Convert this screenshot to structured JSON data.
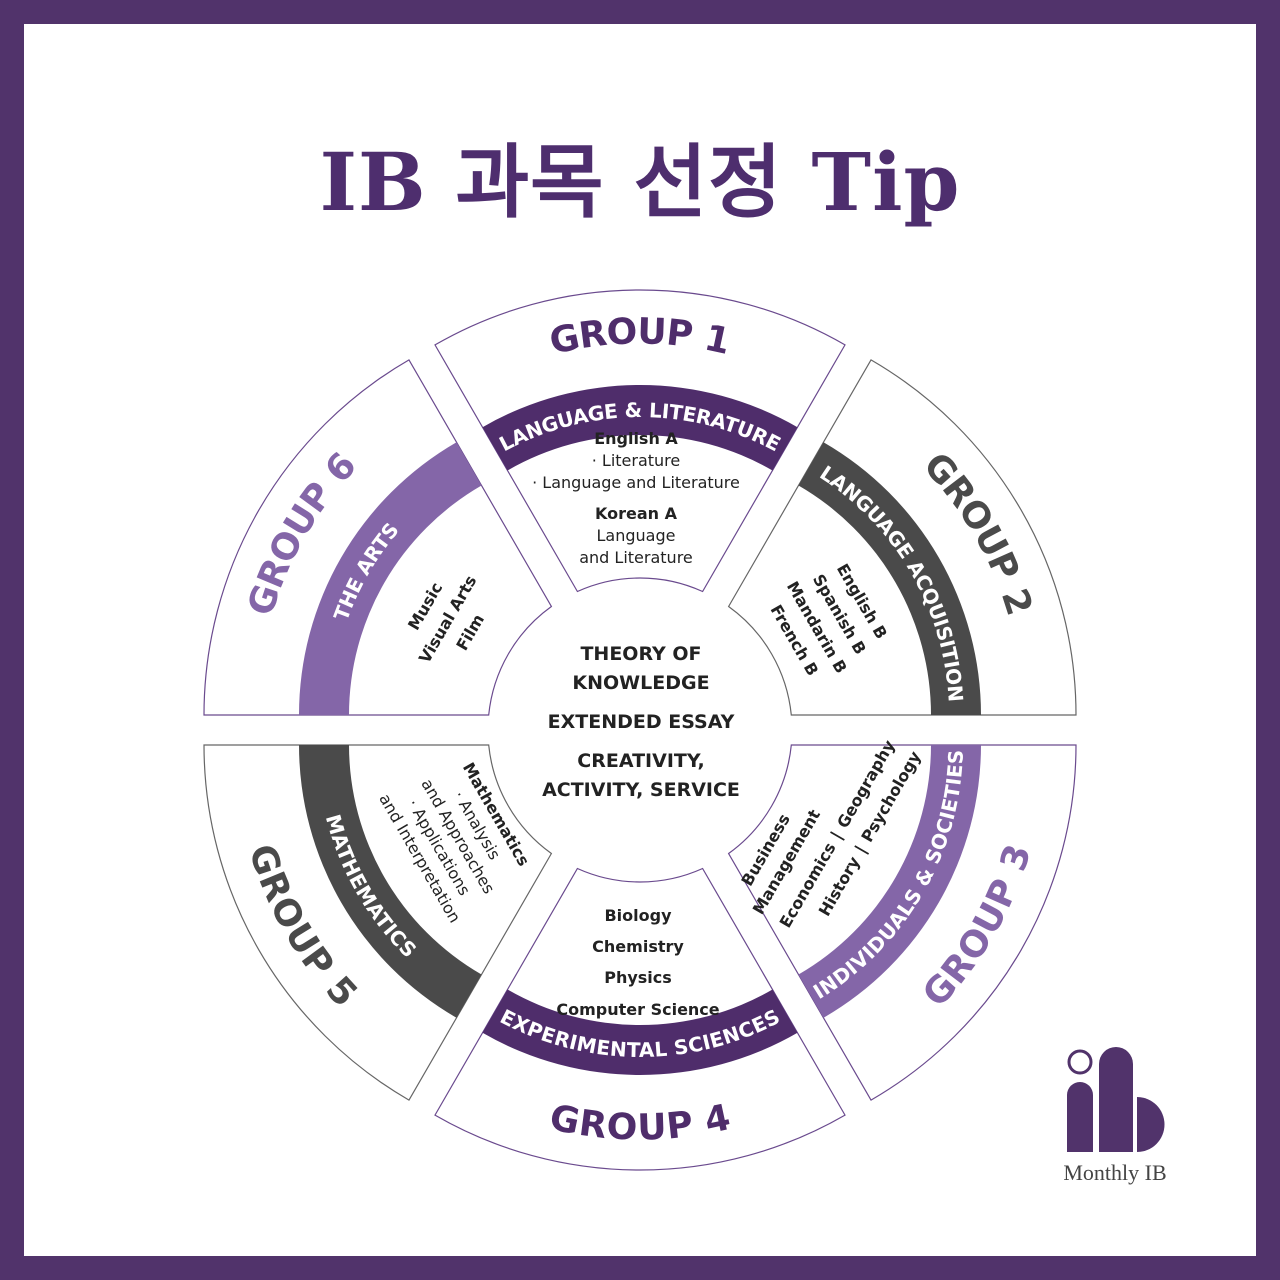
{
  "title": "IB 과목 선정 Tip",
  "colors": {
    "frame": "#51336b",
    "dark_purple": "#4f2d6b",
    "gray": "#4a4a4a",
    "light_purple": "#8466a8"
  },
  "core": [
    "THEORY OF",
    "KNOWLEDGE",
    "EXTENDED ESSAY",
    "CREATIVITY,",
    "ACTIVITY, SERVICE"
  ],
  "groups": [
    {
      "label": "GROUP 1",
      "band": "LANGUAGE & LITERATURE",
      "items": [
        "English A",
        "· Literature",
        "· Language and Literature",
        "Korean A",
        "Language",
        "and Literature"
      ]
    },
    {
      "label": "GROUP 2",
      "band": "LANGUAGE ACQUISITION",
      "items": [
        "English B",
        "Spanish B",
        "Mandarin B",
        "French B"
      ]
    },
    {
      "label": "GROUP 3",
      "band": "INDIVIDUALS & SOCIETIES",
      "items": [
        "Business",
        "Management",
        "Economics",
        "Geography",
        "History",
        "Psychology"
      ],
      "separator": "|"
    },
    {
      "label": "GROUP 4",
      "band": "EXPERIMENTAL SCIENCES",
      "items": [
        "Biology",
        "Chemistry",
        "Physics",
        "Computer Science"
      ]
    },
    {
      "label": "GROUP 5",
      "band": "MATHEMATICS",
      "items": [
        "Mathematics",
        "· Analysis",
        "and Approaches",
        "· Applications",
        "and Interpretation"
      ]
    },
    {
      "label": "GROUP 6",
      "band": "THE ARTS",
      "items": [
        "Music",
        "Visual Arts",
        "Film"
      ]
    }
  ],
  "logo": {
    "text": "Monthly IB"
  }
}
